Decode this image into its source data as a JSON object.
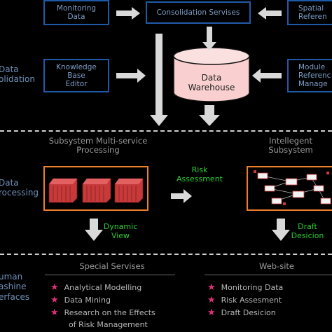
{
  "top": {
    "monitoring": [
      "Monitoring",
      "Data"
    ],
    "consolidation": "Consolidation Servises",
    "spatial": [
      "Spatial",
      "Referen"
    ],
    "knowledge": [
      "Knowledge",
      "Base",
      "Editor"
    ],
    "module": [
      "Module",
      "Referenc",
      "Manage"
    ],
    "warehouse": [
      "Data",
      "Warehouse"
    ],
    "side_consolidation": [
      "Data",
      "olidation"
    ]
  },
  "middle": {
    "side_processing": [
      "Data",
      "rocessing"
    ],
    "subsystem_title": [
      "Subsystem Multi-service",
      "Processing"
    ],
    "intelligent_title": [
      "Intellegent",
      "Subsystem"
    ],
    "risk": [
      "Risk",
      "Assessment"
    ],
    "dynamic": [
      "Dynamic",
      "View"
    ],
    "draft": [
      "Draft",
      "Desicion"
    ]
  },
  "bottom": {
    "side_hmi": [
      "uman",
      "ashine",
      "erfaces"
    ],
    "special_title": "Special Servises",
    "website_title": "Web-site",
    "special_items": [
      "Analytical Modelling",
      "Data Mining",
      "Research on the Effects",
      "of Risk Management"
    ],
    "website_items": [
      "Monitoring Data",
      "Risk Assesment",
      "Draft Desicion"
    ]
  },
  "colors": {
    "box_border": "#1f5aa8",
    "orange": "#f07d2a",
    "green": "#2ecc35",
    "star": "#e0307a",
    "warehouse_fill": "#f9cfcf",
    "container": "#c83a3a"
  }
}
